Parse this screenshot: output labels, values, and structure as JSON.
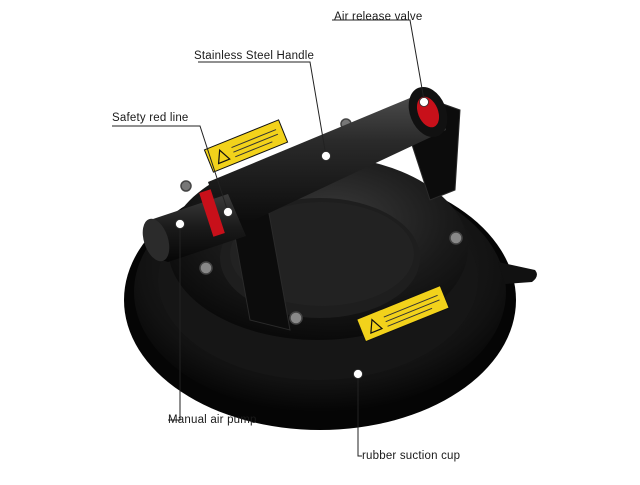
{
  "labels": {
    "air_release_valve": "Air release valve",
    "stainless_steel_handle": "Stainless Steel Handle",
    "safety_red_line": "Safety red line",
    "manual_air_pump": "Manual air pump",
    "rubber_suction_cup": "rubber suction cup"
  },
  "colors": {
    "body": "#0d0d0d",
    "rim": "#1c1c1c",
    "accent_red": "#c8101a",
    "warning_yellow": "#f2d21b",
    "leader_line": "#222222"
  },
  "icons": [
    "warning-triangle-icon"
  ]
}
